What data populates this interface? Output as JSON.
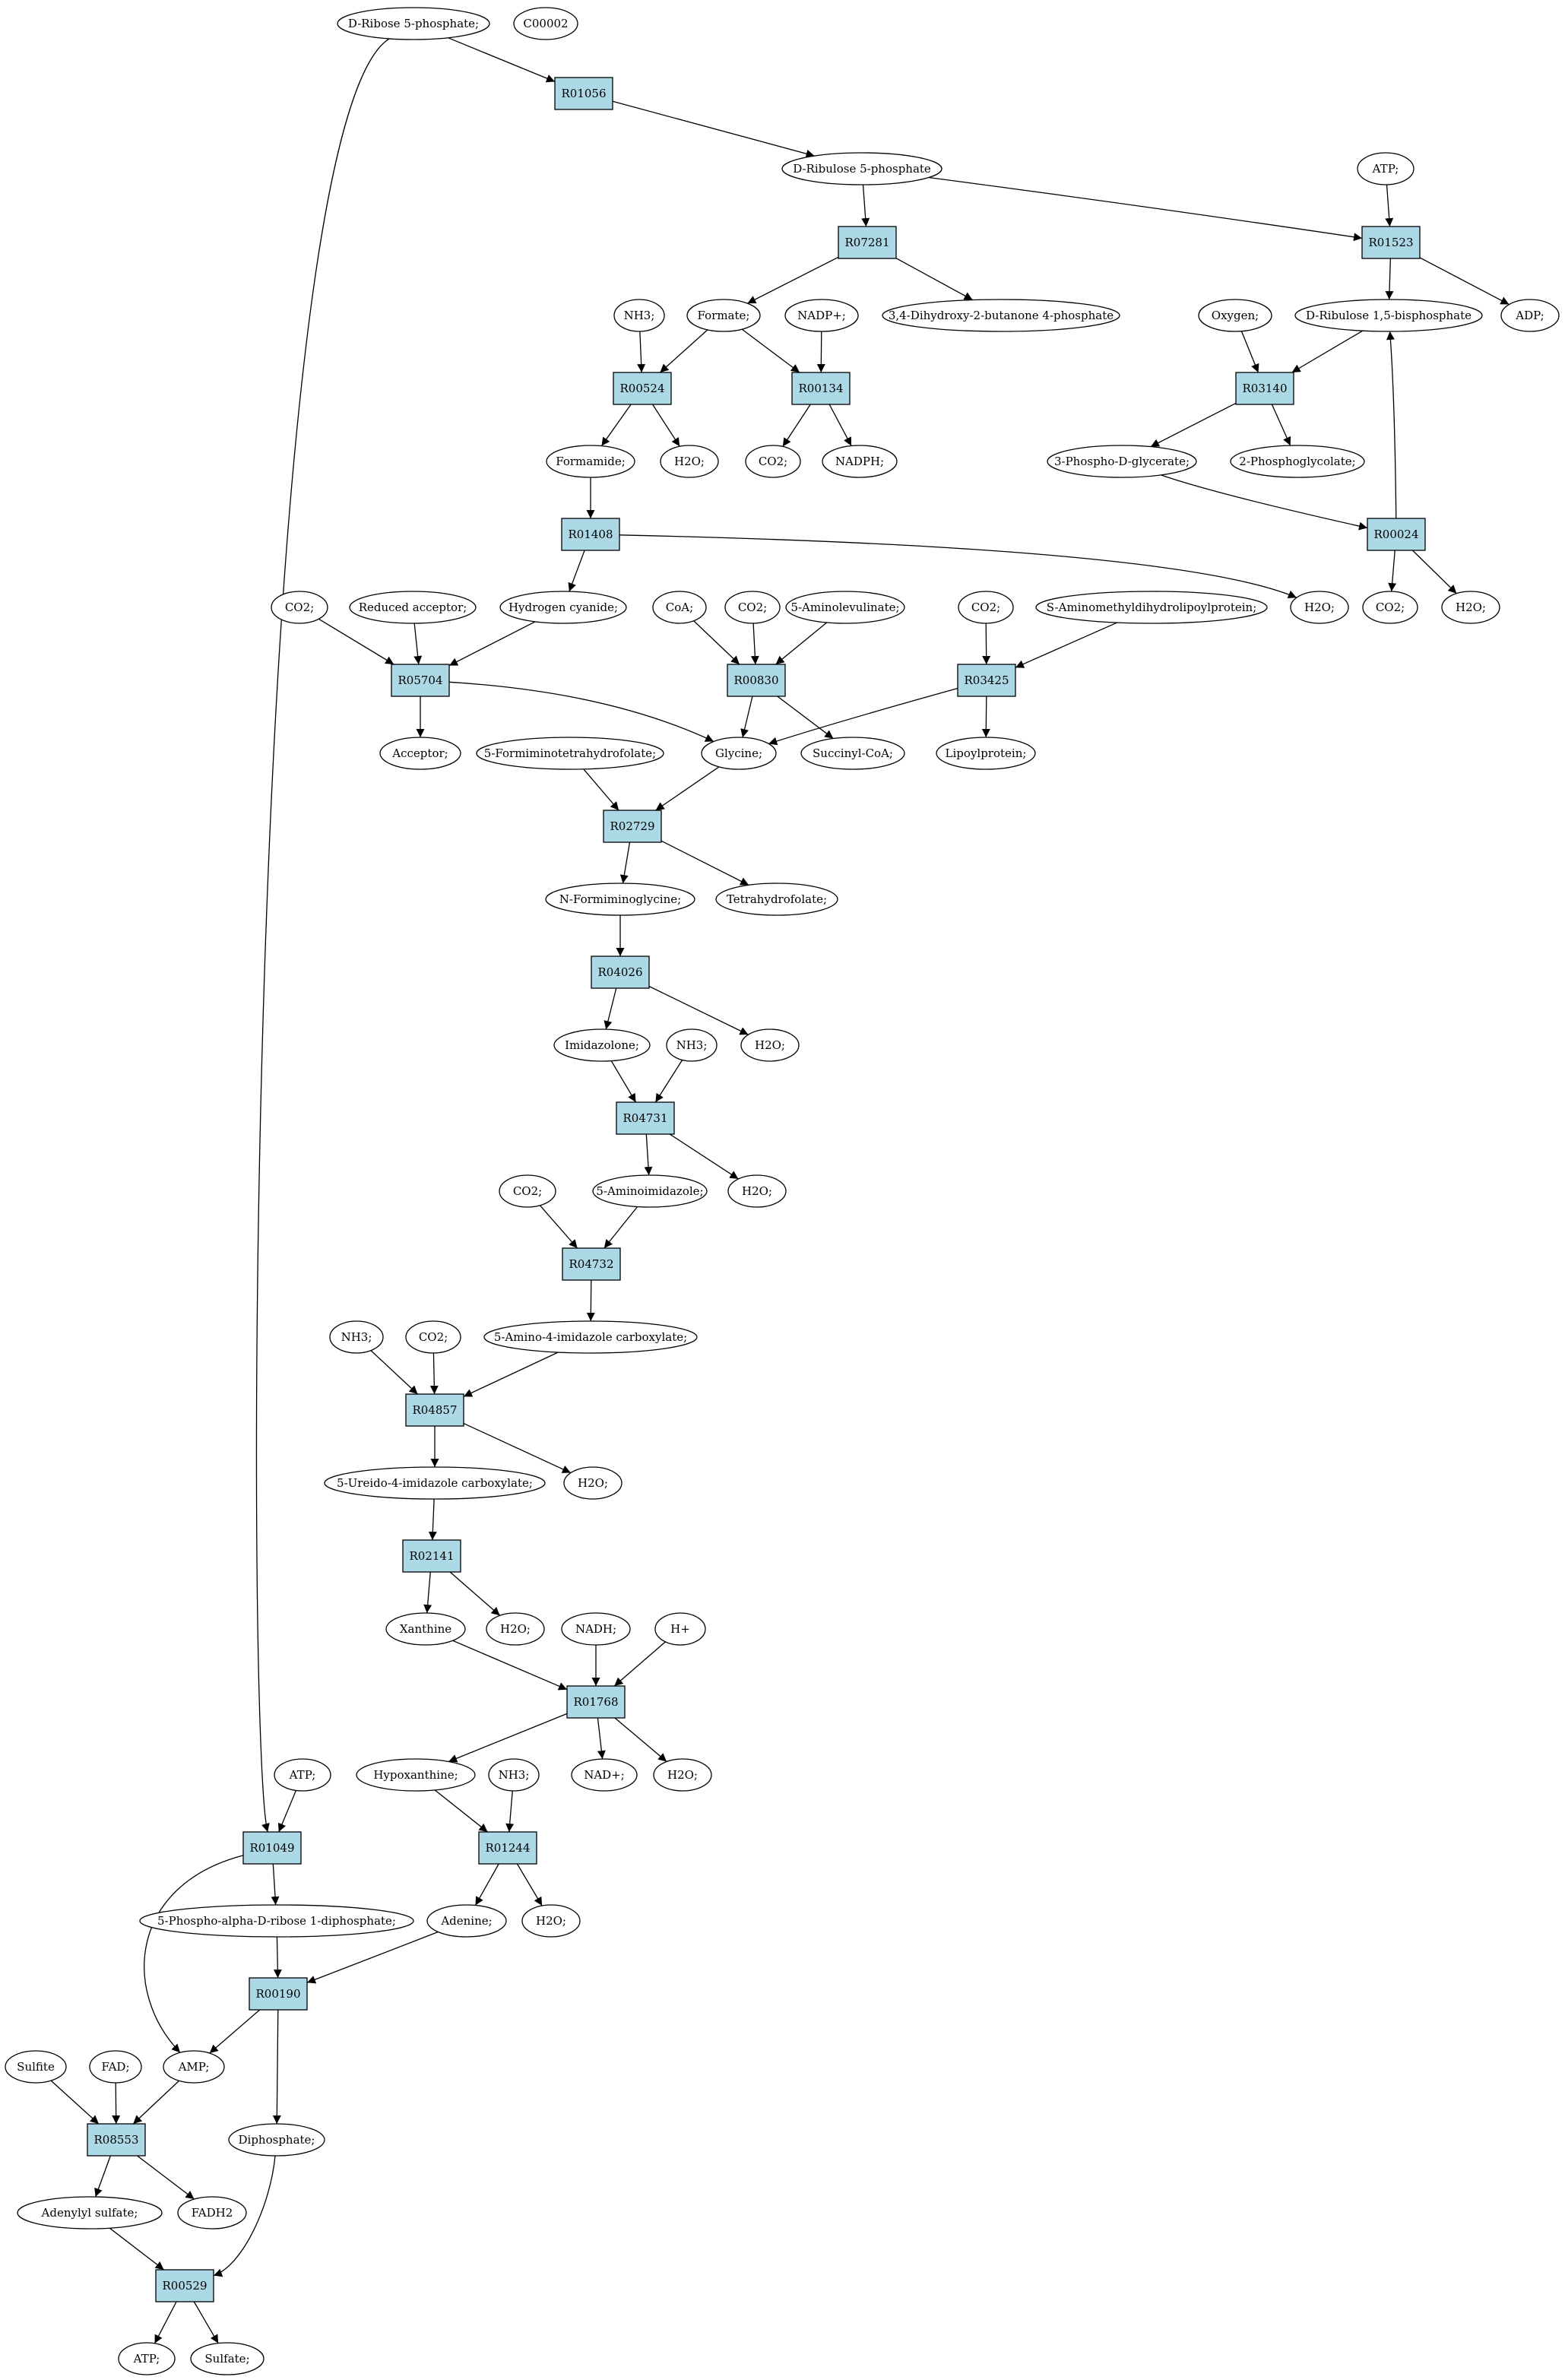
{
  "colors": {
    "reaction_fill": "#add8e6",
    "start_fill": "#00e000",
    "query_fill": "#ffff00",
    "compound_fill": "#ffffff",
    "stroke": "#000000"
  },
  "nodes": [
    {
      "id": "n_start",
      "label": "D-Ribose 5-phosphate;",
      "kind": "start"
    },
    {
      "id": "n_c00002",
      "label": "C00002",
      "kind": "query"
    },
    {
      "id": "R01056",
      "label": "R01056",
      "kind": "reaction"
    },
    {
      "id": "n_ru5p",
      "label": "D-Ribulose 5-phosphate",
      "kind": "compound"
    },
    {
      "id": "n_atp1",
      "label": "ATP;",
      "kind": "compound"
    },
    {
      "id": "R07281",
      "label": "R07281",
      "kind": "reaction"
    },
    {
      "id": "R01523",
      "label": "R01523",
      "kind": "reaction"
    },
    {
      "id": "n_nh3a",
      "label": "NH3;",
      "kind": "compound"
    },
    {
      "id": "n_formate",
      "label": "Formate;",
      "kind": "compound"
    },
    {
      "id": "n_nadp",
      "label": "NADP+;",
      "kind": "compound"
    },
    {
      "id": "n_dhbp",
      "label": "3,4-Dihydroxy-2-butanone 4-phosphate",
      "kind": "compound"
    },
    {
      "id": "n_oxygen",
      "label": "Oxygen;",
      "kind": "compound"
    },
    {
      "id": "n_rubp",
      "label": "D-Ribulose 1,5-bisphosphate",
      "kind": "compound"
    },
    {
      "id": "n_adp",
      "label": "ADP;",
      "kind": "compound"
    },
    {
      "id": "R00524",
      "label": "R00524",
      "kind": "reaction"
    },
    {
      "id": "R00134",
      "label": "R00134",
      "kind": "reaction"
    },
    {
      "id": "R03140",
      "label": "R03140",
      "kind": "reaction"
    },
    {
      "id": "n_formamide",
      "label": "Formamide;",
      "kind": "compound"
    },
    {
      "id": "n_h2oa",
      "label": "H2O;",
      "kind": "compound"
    },
    {
      "id": "n_co2a",
      "label": "CO2;",
      "kind": "compound"
    },
    {
      "id": "n_nadph",
      "label": "NADPH;",
      "kind": "compound"
    },
    {
      "id": "n_3pg",
      "label": "3-Phospho-D-glycerate;",
      "kind": "compound"
    },
    {
      "id": "n_2pg",
      "label": "2-Phosphoglycolate;",
      "kind": "compound"
    },
    {
      "id": "R01408",
      "label": "R01408",
      "kind": "reaction"
    },
    {
      "id": "R00024",
      "label": "R00024",
      "kind": "reaction"
    },
    {
      "id": "n_co2b",
      "label": "CO2;",
      "kind": "compound"
    },
    {
      "id": "n_redacc",
      "label": "Reduced acceptor;",
      "kind": "compound"
    },
    {
      "id": "n_hcn",
      "label": "Hydrogen cyanide;",
      "kind": "compound"
    },
    {
      "id": "n_coa",
      "label": "CoA;",
      "kind": "compound"
    },
    {
      "id": "n_co2c",
      "label": "CO2;",
      "kind": "compound"
    },
    {
      "id": "n_ala",
      "label": "5-Aminolevulinate;",
      "kind": "compound"
    },
    {
      "id": "n_co2d",
      "label": "CO2;",
      "kind": "compound"
    },
    {
      "id": "n_samdlp",
      "label": "S-Aminomethyldihydrolipoylprotein;",
      "kind": "compound"
    },
    {
      "id": "n_h2ob",
      "label": "H2O;",
      "kind": "compound"
    },
    {
      "id": "n_co2e",
      "label": "CO2;",
      "kind": "compound"
    },
    {
      "id": "n_h2oc",
      "label": "H2O;",
      "kind": "compound"
    },
    {
      "id": "R05704",
      "label": "R05704",
      "kind": "reaction"
    },
    {
      "id": "R00830",
      "label": "R00830",
      "kind": "reaction"
    },
    {
      "id": "R03425",
      "label": "R03425",
      "kind": "reaction"
    },
    {
      "id": "n_acceptor",
      "label": "Acceptor;",
      "kind": "compound"
    },
    {
      "id": "n_fthf",
      "label": "5-Formiminotetrahydrofolate;",
      "kind": "compound"
    },
    {
      "id": "n_glycine",
      "label": "Glycine;",
      "kind": "compound"
    },
    {
      "id": "n_succoa",
      "label": "Succinyl-CoA;",
      "kind": "compound"
    },
    {
      "id": "n_lipoyl",
      "label": "Lipoylprotein;",
      "kind": "compound"
    },
    {
      "id": "R02729",
      "label": "R02729",
      "kind": "reaction"
    },
    {
      "id": "n_nfgly",
      "label": "N-Formiminoglycine;",
      "kind": "compound"
    },
    {
      "id": "n_thf",
      "label": "Tetrahydrofolate;",
      "kind": "compound"
    },
    {
      "id": "R04026",
      "label": "R04026",
      "kind": "reaction"
    },
    {
      "id": "n_imid",
      "label": "Imidazolone;",
      "kind": "compound"
    },
    {
      "id": "n_nh3b",
      "label": "NH3;",
      "kind": "compound"
    },
    {
      "id": "n_h2od",
      "label": "H2O;",
      "kind": "compound"
    },
    {
      "id": "R04731",
      "label": "R04731",
      "kind": "reaction"
    },
    {
      "id": "n_co2f",
      "label": "CO2;",
      "kind": "compound"
    },
    {
      "id": "n_5ai",
      "label": "5-Aminoimidazole;",
      "kind": "compound"
    },
    {
      "id": "n_h2oe",
      "label": "H2O;",
      "kind": "compound"
    },
    {
      "id": "R04732",
      "label": "R04732",
      "kind": "reaction"
    },
    {
      "id": "n_nh3c",
      "label": "NH3;",
      "kind": "compound"
    },
    {
      "id": "n_co2g",
      "label": "CO2;",
      "kind": "compound"
    },
    {
      "id": "n_5a4ic",
      "label": "5-Amino-4-imidazole carboxylate;",
      "kind": "compound"
    },
    {
      "id": "R04857",
      "label": "R04857",
      "kind": "reaction"
    },
    {
      "id": "n_5u4ic",
      "label": "5-Ureido-4-imidazole carboxylate;",
      "kind": "compound"
    },
    {
      "id": "n_h2of",
      "label": "H2O;",
      "kind": "compound"
    },
    {
      "id": "R02141",
      "label": "R02141",
      "kind": "reaction"
    },
    {
      "id": "n_xanthine",
      "label": "Xanthine",
      "kind": "compound"
    },
    {
      "id": "n_h2og",
      "label": "H2O;",
      "kind": "compound"
    },
    {
      "id": "n_nadh",
      "label": "NADH;",
      "kind": "compound"
    },
    {
      "id": "n_hplus",
      "label": "H+",
      "kind": "compound"
    },
    {
      "id": "R01768",
      "label": "R01768",
      "kind": "reaction"
    },
    {
      "id": "n_atp2",
      "label": "ATP;",
      "kind": "compound"
    },
    {
      "id": "n_hypox",
      "label": "Hypoxanthine;",
      "kind": "compound"
    },
    {
      "id": "n_nh3d",
      "label": "NH3;",
      "kind": "compound"
    },
    {
      "id": "n_nadplus",
      "label": "NAD+;",
      "kind": "compound"
    },
    {
      "id": "n_h2oh",
      "label": "H2O;",
      "kind": "compound"
    },
    {
      "id": "R01049",
      "label": "R01049",
      "kind": "reaction"
    },
    {
      "id": "R01244",
      "label": "R01244",
      "kind": "reaction"
    },
    {
      "id": "n_prpp",
      "label": "5-Phospho-alpha-D-ribose 1-diphosphate;",
      "kind": "compound"
    },
    {
      "id": "n_adenine",
      "label": "Adenine;",
      "kind": "compound"
    },
    {
      "id": "n_h2oi",
      "label": "H2O;",
      "kind": "compound"
    },
    {
      "id": "R00190",
      "label": "R00190",
      "kind": "reaction"
    },
    {
      "id": "n_sulfite",
      "label": "Sulfite",
      "kind": "compound"
    },
    {
      "id": "n_fad",
      "label": "FAD;",
      "kind": "compound"
    },
    {
      "id": "n_amp",
      "label": "AMP;",
      "kind": "compound"
    },
    {
      "id": "R08553",
      "label": "R08553",
      "kind": "reaction"
    },
    {
      "id": "n_diphos",
      "label": "Diphosphate;",
      "kind": "compound"
    },
    {
      "id": "n_adsulf",
      "label": "Adenylyl sulfate;",
      "kind": "compound"
    },
    {
      "id": "n_fadh2",
      "label": "FADH2",
      "kind": "compound"
    },
    {
      "id": "R00529",
      "label": "R00529",
      "kind": "reaction"
    },
    {
      "id": "n_atp3",
      "label": "ATP;",
      "kind": "compound"
    },
    {
      "id": "n_sulfate",
      "label": "Sulfate;",
      "kind": "compound"
    }
  ],
  "edges": [
    [
      "n_start",
      "R01056"
    ],
    [
      "R01056",
      "n_ru5p"
    ],
    [
      "n_start",
      "R01049"
    ],
    [
      "n_ru5p",
      "R07281"
    ],
    [
      "n_ru5p",
      "R01523"
    ],
    [
      "n_atp1",
      "R01523"
    ],
    [
      "R07281",
      "n_formate"
    ],
    [
      "R07281",
      "n_dhbp"
    ],
    [
      "R01523",
      "n_rubp"
    ],
    [
      "R01523",
      "n_adp"
    ],
    [
      "n_nh3a",
      "R00524"
    ],
    [
      "n_formate",
      "R00524"
    ],
    [
      "n_formate",
      "R00134"
    ],
    [
      "n_nadp",
      "R00134"
    ],
    [
      "n_oxygen",
      "R03140"
    ],
    [
      "n_rubp",
      "R03140"
    ],
    [
      "R00524",
      "n_formamide"
    ],
    [
      "R00524",
      "n_h2oa"
    ],
    [
      "R00134",
      "n_co2a"
    ],
    [
      "R00134",
      "n_nadph"
    ],
    [
      "R03140",
      "n_3pg"
    ],
    [
      "R03140",
      "n_2pg"
    ],
    [
      "n_formamide",
      "R01408"
    ],
    [
      "n_3pg",
      "R00024"
    ],
    [
      "R00024",
      "n_rubp"
    ],
    [
      "R00024",
      "n_co2e"
    ],
    [
      "R00024",
      "n_h2oc"
    ],
    [
      "R01408",
      "n_hcn"
    ],
    [
      "R01408",
      "n_h2ob"
    ],
    [
      "n_co2b",
      "R05704"
    ],
    [
      "n_redacc",
      "R05704"
    ],
    [
      "n_hcn",
      "R05704"
    ],
    [
      "n_coa",
      "R00830"
    ],
    [
      "n_co2c",
      "R00830"
    ],
    [
      "n_ala",
      "R00830"
    ],
    [
      "n_co2d",
      "R03425"
    ],
    [
      "n_samdlp",
      "R03425"
    ],
    [
      "R05704",
      "n_acceptor"
    ],
    [
      "R05704",
      "n_glycine"
    ],
    [
      "R00830",
      "n_glycine"
    ],
    [
      "R00830",
      "n_succoa"
    ],
    [
      "R03425",
      "n_glycine"
    ],
    [
      "R03425",
      "n_lipoyl"
    ],
    [
      "n_fthf",
      "R02729"
    ],
    [
      "n_glycine",
      "R02729"
    ],
    [
      "R02729",
      "n_nfgly"
    ],
    [
      "R02729",
      "n_thf"
    ],
    [
      "n_nfgly",
      "R04026"
    ],
    [
      "R04026",
      "n_imid"
    ],
    [
      "R04026",
      "n_h2od"
    ],
    [
      "n_imid",
      "R04731"
    ],
    [
      "n_nh3b",
      "R04731"
    ],
    [
      "R04731",
      "n_5ai"
    ],
    [
      "R04731",
      "n_h2oe"
    ],
    [
      "n_co2f",
      "R04732"
    ],
    [
      "n_5ai",
      "R04732"
    ],
    [
      "R04732",
      "n_5a4ic"
    ],
    [
      "n_nh3c",
      "R04857"
    ],
    [
      "n_co2g",
      "R04857"
    ],
    [
      "n_5a4ic",
      "R04857"
    ],
    [
      "R04857",
      "n_5u4ic"
    ],
    [
      "R04857",
      "n_h2of"
    ],
    [
      "n_5u4ic",
      "R02141"
    ],
    [
      "R02141",
      "n_xanthine"
    ],
    [
      "R02141",
      "n_h2og"
    ],
    [
      "n_xanthine",
      "R01768"
    ],
    [
      "n_nadh",
      "R01768"
    ],
    [
      "n_hplus",
      "R01768"
    ],
    [
      "R01768",
      "n_hypox"
    ],
    [
      "R01768",
      "n_nadplus"
    ],
    [
      "R01768",
      "n_h2oh"
    ],
    [
      "n_hypox",
      "R01244"
    ],
    [
      "n_nh3d",
      "R01244"
    ],
    [
      "R01244",
      "n_adenine"
    ],
    [
      "R01244",
      "n_h2oi"
    ],
    [
      "n_atp2",
      "R01049"
    ],
    [
      "R01049",
      "n_prpp"
    ],
    [
      "R01049",
      "n_amp"
    ],
    [
      "n_prpp",
      "R00190"
    ],
    [
      "n_adenine",
      "R00190"
    ],
    [
      "R00190",
      "n_amp"
    ],
    [
      "R00190",
      "n_diphos"
    ],
    [
      "n_sulfite",
      "R08553"
    ],
    [
      "n_fad",
      "R08553"
    ],
    [
      "n_amp",
      "R08553"
    ],
    [
      "R08553",
      "n_adsulf"
    ],
    [
      "R08553",
      "n_fadh2"
    ],
    [
      "n_adsulf",
      "R00529"
    ],
    [
      "n_diphos",
      "R00529"
    ],
    [
      "R00529",
      "n_atp3"
    ],
    [
      "R00529",
      "n_sulfate"
    ]
  ]
}
